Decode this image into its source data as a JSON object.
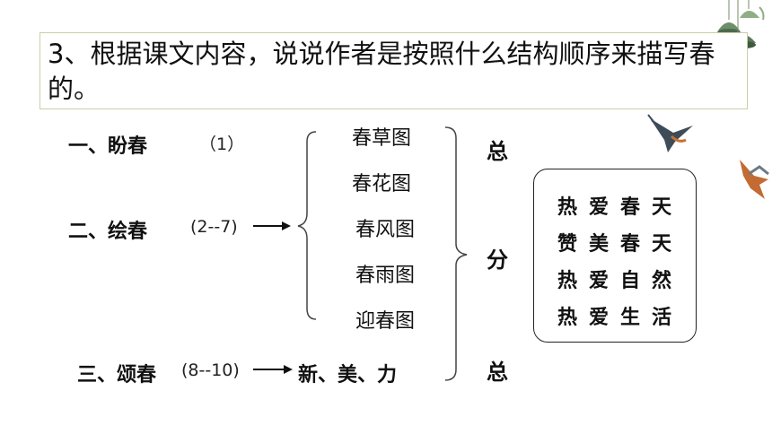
{
  "question": "3、根据课文内容，说说作者是按照什么结构顺序来描写春的。",
  "sections": [
    {
      "title": "一、盼春",
      "paras": "（1）"
    },
    {
      "title": "二、绘春",
      "paras": "(2--7)"
    },
    {
      "title": "三、颂春",
      "paras": "(8--10)",
      "result": "新、美、力"
    }
  ],
  "pictures": [
    "春草图",
    "春花图",
    "春风图",
    "春雨图",
    "迎春图"
  ],
  "structure": [
    "总",
    "分",
    "总"
  ],
  "themes": [
    "热爱春天",
    "赞美春天",
    "热爱自然",
    "热爱生活"
  ],
  "colors": {
    "question_border": "#c8cfa8",
    "text": "#111111"
  }
}
